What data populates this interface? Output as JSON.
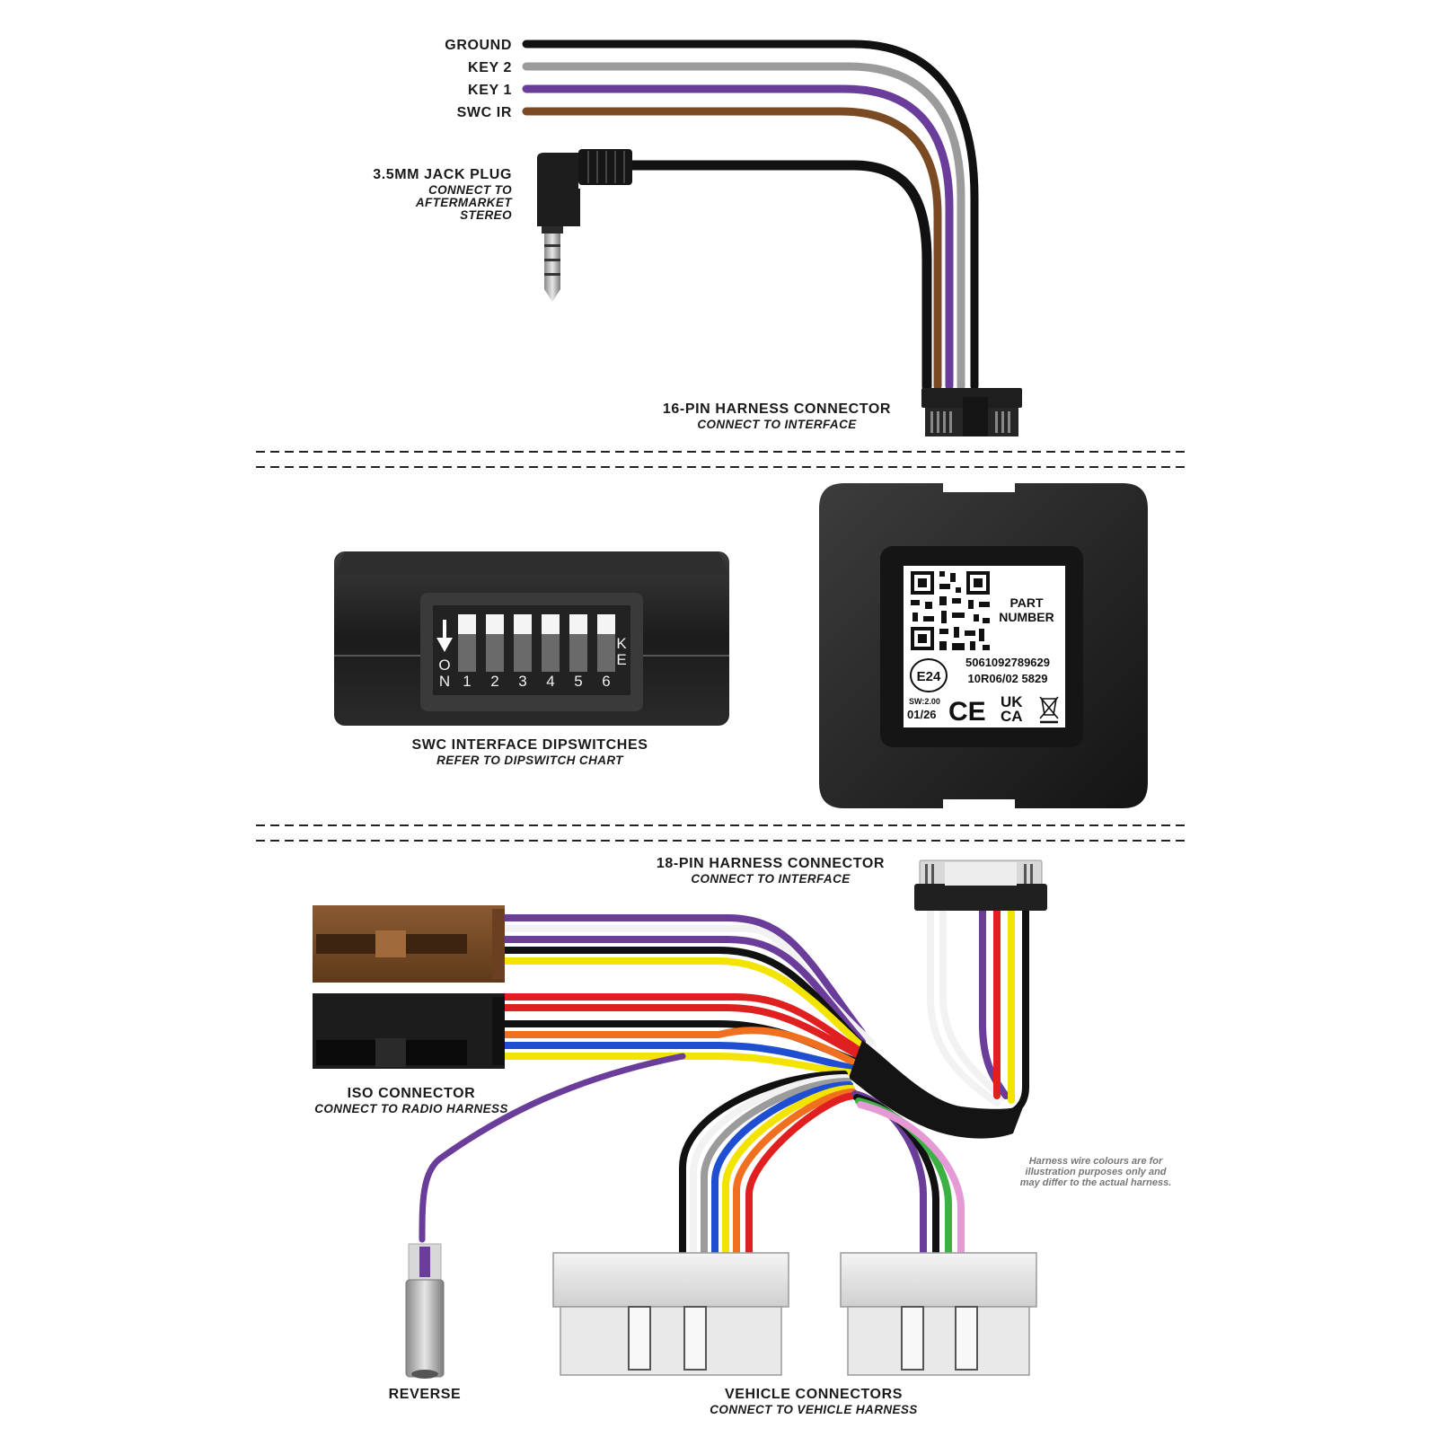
{
  "top_wires": [
    {
      "label": "GROUND",
      "color": "#111111"
    },
    {
      "label": "KEY 2",
      "color": "#9b9b9b"
    },
    {
      "label": "KEY 1",
      "color": "#6a3d9a"
    },
    {
      "label": "SWC IR",
      "color": "#7a4a22"
    }
  ],
  "jack": {
    "title": "3.5MM JACK PLUG",
    "sub1": "CONNECT TO",
    "sub2": "AFTERMARKET",
    "sub3": "STEREO"
  },
  "harness16": {
    "title": "16-PIN HARNESS CONNECTOR",
    "sub": "CONNECT TO INTERFACE"
  },
  "dipswitch": {
    "title": "SWC INTERFACE DIPSWITCHES",
    "sub": "REFER TO DIPSWITCH CHART",
    "on_label": "ON",
    "ke_label": "KE",
    "numbers": [
      "1",
      "2",
      "3",
      "4",
      "5",
      "6"
    ]
  },
  "module_label": {
    "part_line1": "PART",
    "part_line2": "NUMBER",
    "barcode": "5061092789629",
    "approval": "10R06/02 5829",
    "e_mark": "E24",
    "sw": "SW:2.00",
    "date": "01/26",
    "ce": "CE",
    "ukca1": "UK",
    "ukca2": "CA"
  },
  "harness18": {
    "title": "18-PIN HARNESS CONNECTOR",
    "sub": "CONNECT TO INTERFACE"
  },
  "iso": {
    "title": "ISO CONNECTOR",
    "sub": "CONNECT TO RADIO HARNESS"
  },
  "reverse": {
    "title": "REVERSE"
  },
  "vehicle": {
    "title": "VEHICLE CONNECTORS",
    "sub": "CONNECT TO VEHICLE HARNESS"
  },
  "disclaimer": {
    "line1": "Harness wire colours are for",
    "line2": "illustration purposes only and",
    "line3": "may differ to the actual harness."
  },
  "colors": {
    "black": "#111111",
    "grey": "#9b9b9b",
    "white": "#f2f2f2",
    "purple": "#6a3d9a",
    "brown": "#7a4a22",
    "red": "#e02020",
    "yellow": "#f2e400",
    "blue": "#1f4fd0",
    "orange": "#f07020",
    "green": "#3cb043",
    "pink": "#e59ad6"
  }
}
